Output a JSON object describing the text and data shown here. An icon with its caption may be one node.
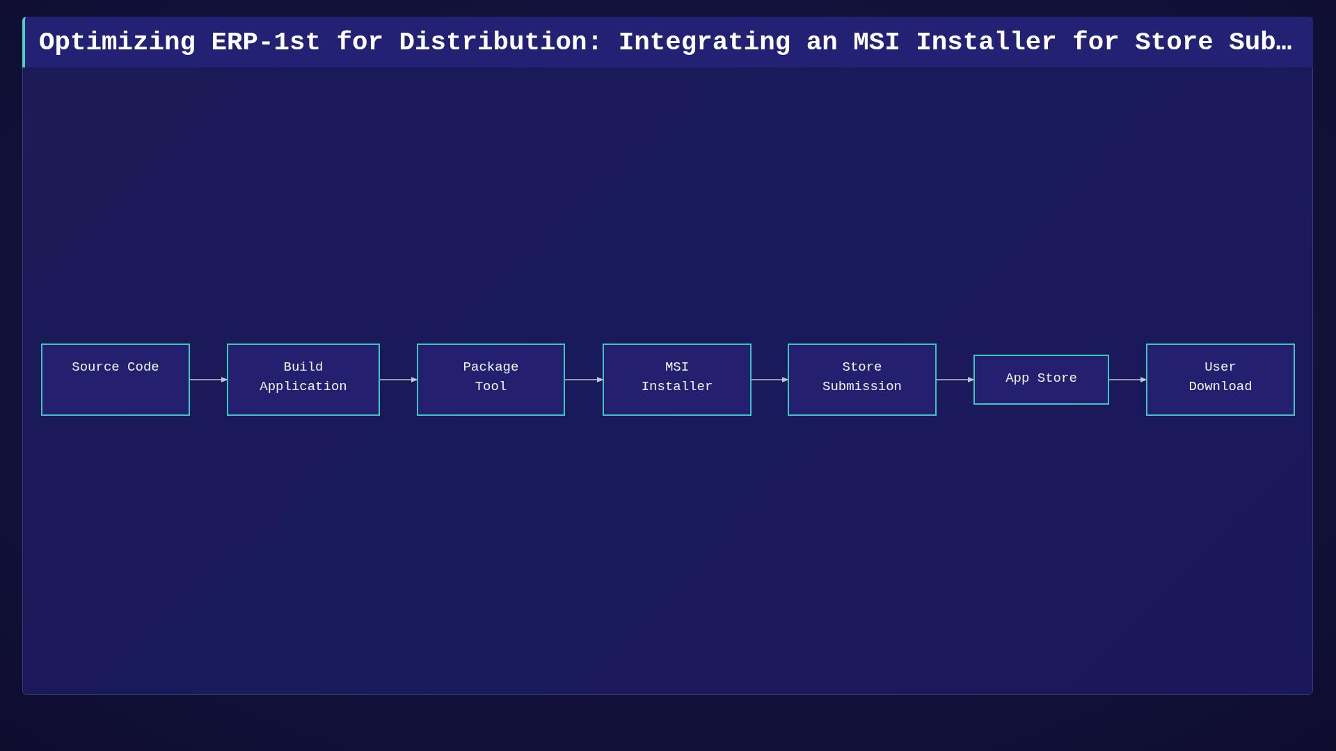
{
  "diagram": {
    "title": "Optimizing ERP-1st for Distribution: Integrating an MSI Installer for Store Sub…",
    "nodes": [
      {
        "text": [
          "Source Code"
        ]
      },
      {
        "text": [
          "Build Application"
        ]
      },
      {
        "text": [
          "Package Tool"
        ]
      },
      {
        "text": [
          "MSI Installer"
        ]
      },
      {
        "text": [
          "Store Submission"
        ]
      },
      {
        "text": [
          "App Store"
        ]
      },
      {
        "text": [
          "User Download"
        ]
      }
    ],
    "edges": [
      {
        "from": 0,
        "to": 1,
        "arrow": "to"
      },
      {
        "from": 1,
        "to": 2,
        "arrow": "to"
      },
      {
        "from": 2,
        "to": 3,
        "arrow": "to"
      },
      {
        "from": 3,
        "to": 4,
        "arrow": "to"
      },
      {
        "from": 4,
        "to": 5,
        "arrow": "to"
      },
      {
        "from": 5,
        "to": 6,
        "arrow": "to"
      }
    ]
  }
}
